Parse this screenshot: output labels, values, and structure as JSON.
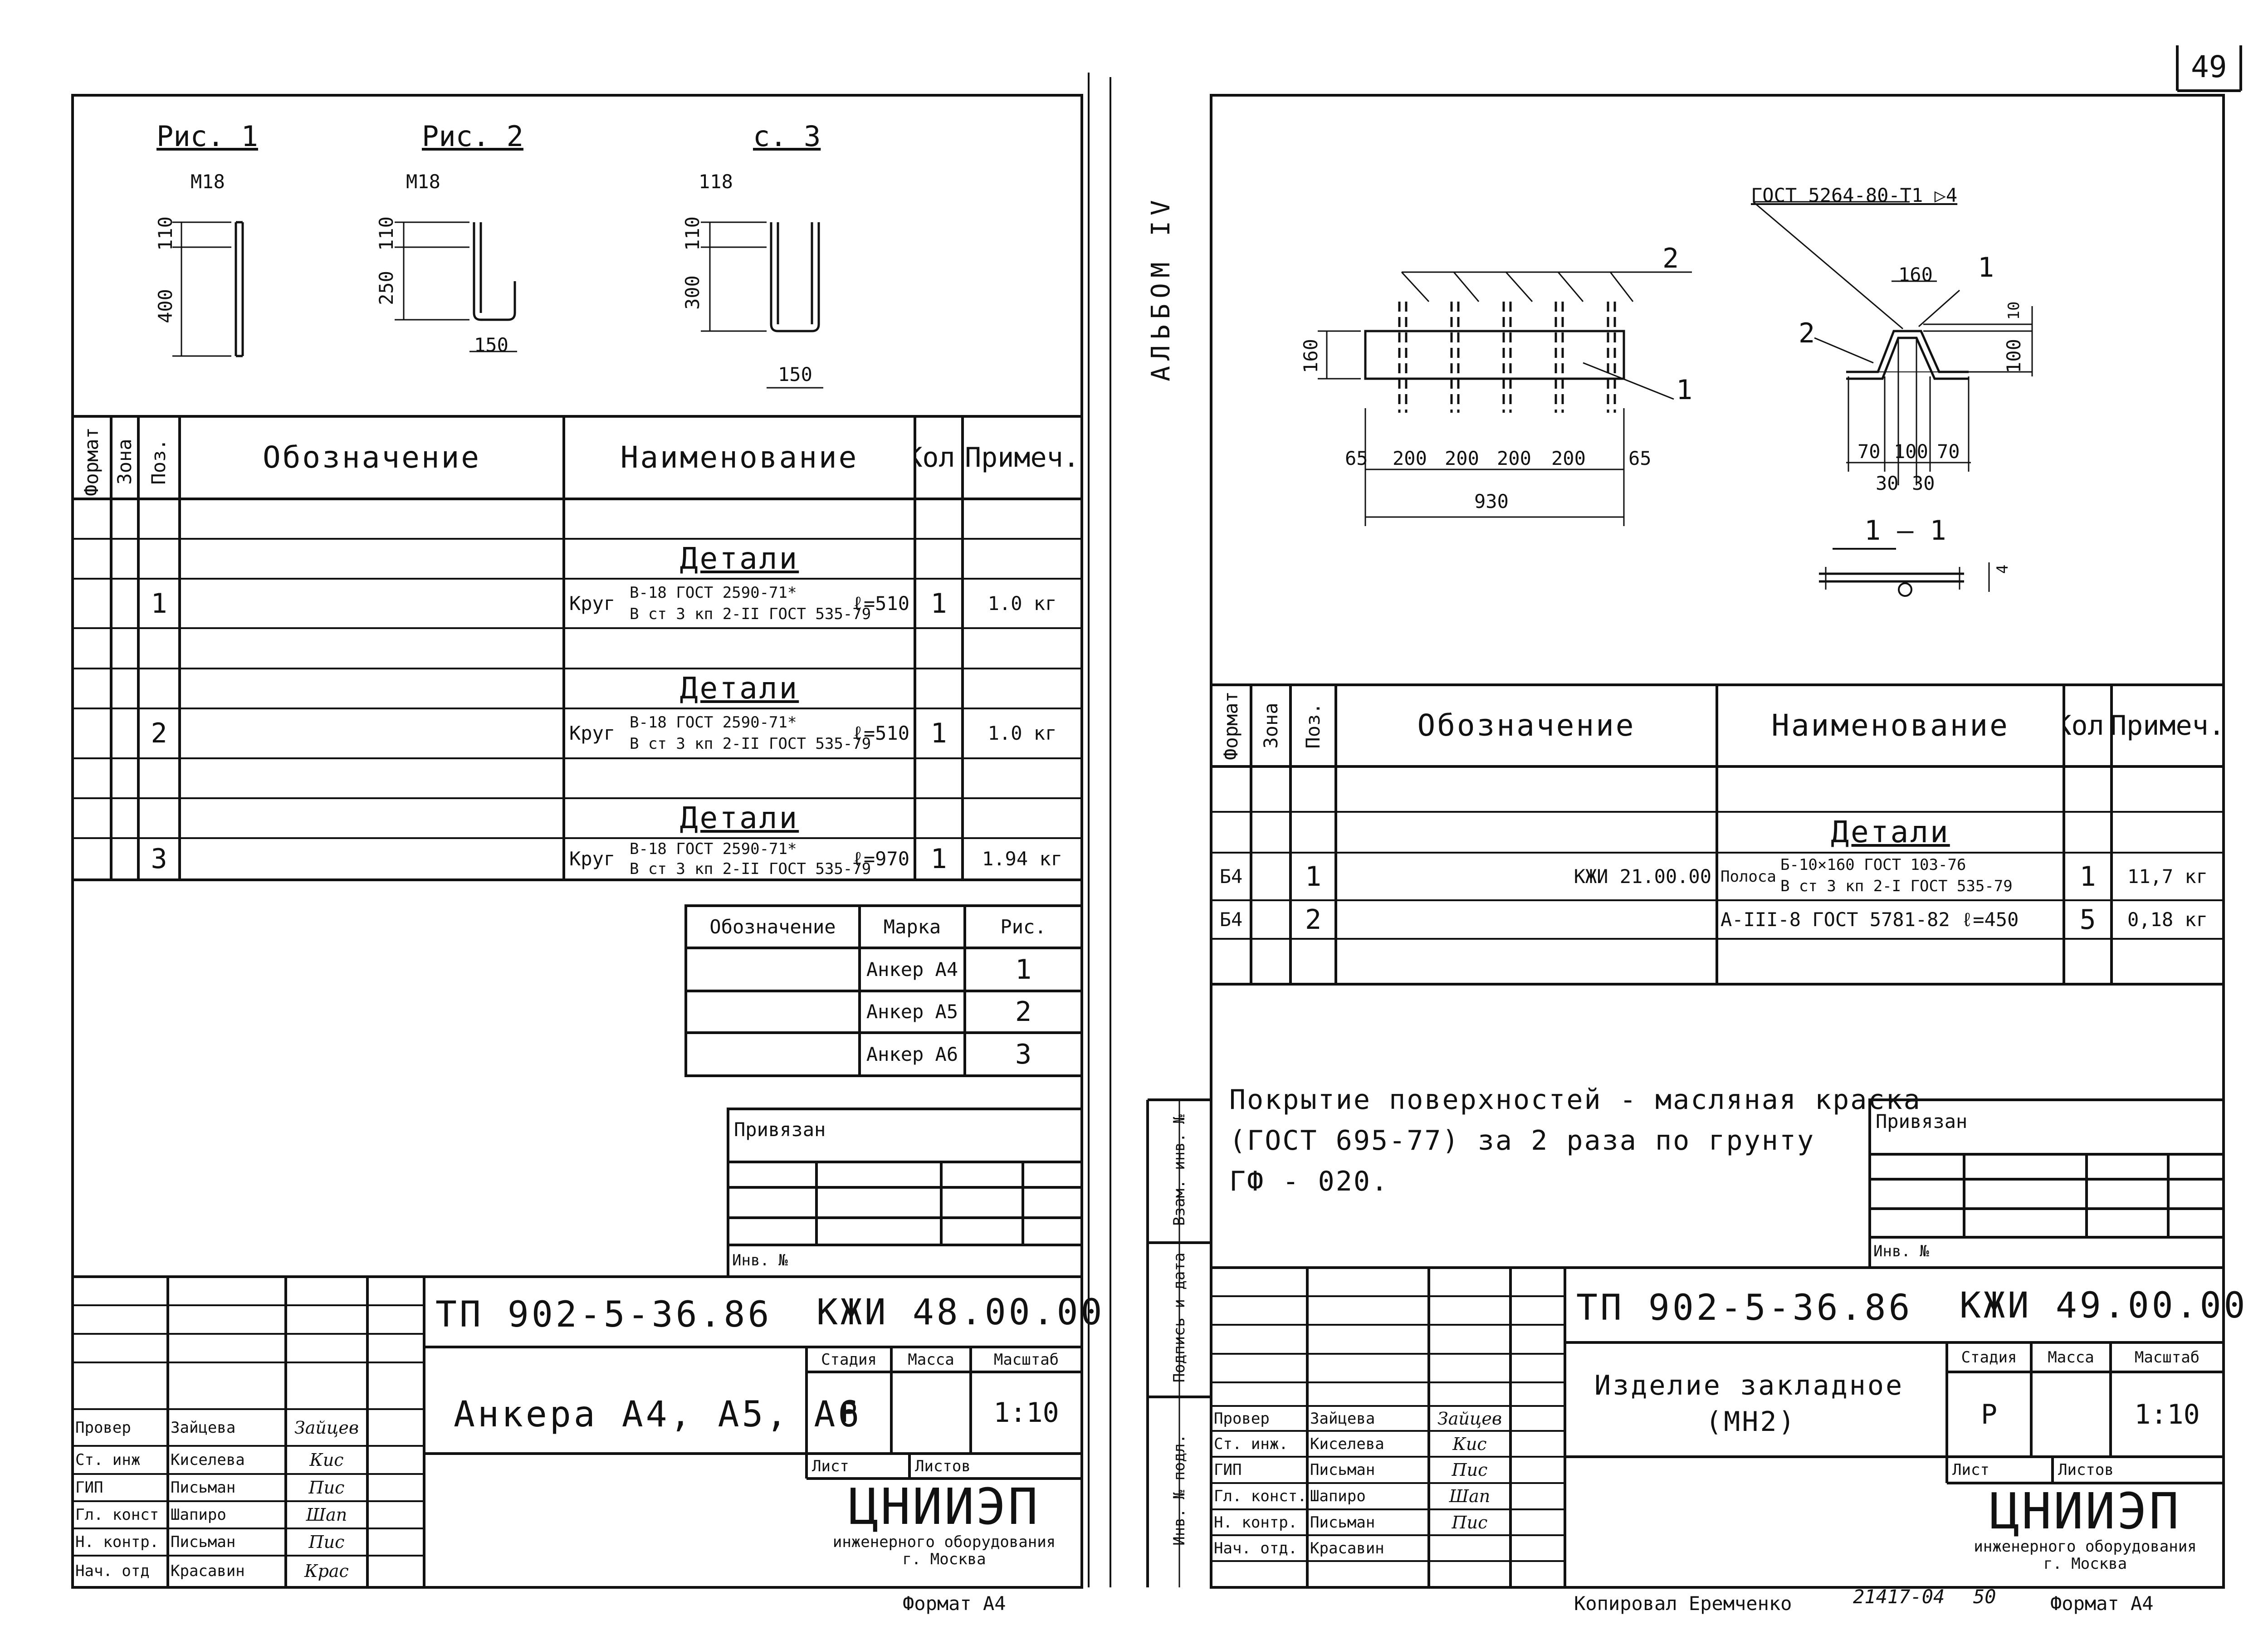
{
  "page_number": "49",
  "album": "АЛЬБОМ IV",
  "copied_by": "Копировал Еремченко",
  "order": "21417-04",
  "sheet_no": "50",
  "format_left": "Формат А4",
  "format_right": "Формат А4",
  "left": {
    "figures": [
      {
        "title": "Рис. 1",
        "thread": "М18",
        "dims": [
          "110",
          "400"
        ]
      },
      {
        "title": "Рис. 2",
        "thread": "М18",
        "dims": [
          "110",
          "250",
          "150"
        ]
      },
      {
        "title": "с. 3",
        "thread": "118",
        "dims": [
          "110",
          "300",
          "150"
        ]
      }
    ],
    "headers": {
      "format": "Формат",
      "zone": "Зона",
      "pos": "Поз.",
      "designation": "Обозначение",
      "name": "Наименование",
      "qty": "Кол.",
      "note": "Примеч."
    },
    "sections": [
      {
        "title": "Детали",
        "pos": "1",
        "name_prefix": "Круг",
        "line1": "В-18 ГОСТ 2590-71*",
        "line2": "В ст 3 кп 2-II ГОСТ 535-79",
        "length": "ℓ=510",
        "qty": "1",
        "note": "1.0 кг"
      },
      {
        "title": "Детали",
        "pos": "2",
        "name_prefix": "Круг",
        "line1": "В-18 ГОСТ 2590-71*",
        "line2": "В ст 3 кп 2-II ГОСТ 535-79",
        "length": "ℓ=510",
        "qty": "1",
        "note": "1.0 кг"
      },
      {
        "title": "Детали",
        "pos": "3",
        "name_prefix": "Круг",
        "line1": "В-18 ГОСТ 2590-71*",
        "line2": "В ст 3 кп 2-II ГОСТ 535-79",
        "length": "ℓ=970",
        "qty": "1",
        "note": "1.94 кг"
      }
    ],
    "mark_table": {
      "headers": [
        "Обозначение",
        "Марка",
        "Рис."
      ],
      "rows": [
        [
          "",
          "Анкер А4",
          "1"
        ],
        [
          "",
          "Анкер А5",
          "2"
        ],
        [
          "",
          "Анкер А6",
          "3"
        ]
      ]
    },
    "privyazan": "Привязан",
    "inv_no": "Инв. №",
    "project": "ТП 902-5-36.86",
    "code": "КЖИ 48.00.00",
    "title": "Анкера А4, А5, А6",
    "stage_h": "Стадия",
    "mass_h": "Масса",
    "scale_h": "Масштаб",
    "stage": "Р",
    "scale": "1:10",
    "sheet_h": "Лист",
    "sheets_h": "Листов",
    "org": "ЦНИИЭП",
    "org_line1": "инженерного оборудования",
    "org_line2": "г. Москва",
    "staff": [
      {
        "role": "Провер",
        "name": "Зайцева",
        "sig": "Зайцев"
      },
      {
        "role": "Ст. инж",
        "name": "Киселева",
        "sig": "Кис"
      },
      {
        "role": "ГИП",
        "name": "Письман",
        "sig": "Пис"
      },
      {
        "role": "Гл. конст",
        "name": "Шапиро",
        "sig": "Шап"
      },
      {
        "role": "Н. контр.",
        "name": "Письман",
        "sig": "Пис"
      },
      {
        "role": "Нач. отд",
        "name": "Красавин",
        "sig": "Крас"
      }
    ]
  },
  "right": {
    "drawing": {
      "standard": "ГОСТ 5264-80-Т1 ▷4",
      "callouts": [
        "1",
        "2"
      ],
      "dims_main": [
        "65",
        "200",
        "200",
        "200",
        "200",
        "65"
      ],
      "overall": "930",
      "height": "160",
      "dims_section": [
        "160",
        "10",
        "100",
        "70",
        "100",
        "70",
        "30",
        "30"
      ],
      "section_label": "1 – 1",
      "section_dim": "4"
    },
    "side_labels": [
      "Инв. № подл.",
      "Подпись и дата",
      "Взам. инв. №"
    ],
    "headers": {
      "format": "Формат",
      "zone": "Зона",
      "pos": "Поз.",
      "designation": "Обозначение",
      "name": "Наименование",
      "qty": "Кол.",
      "note": "Примеч."
    },
    "section_title": "Детали",
    "rows": [
      {
        "format": "Б4",
        "pos": "1",
        "designation": "КЖИ 21.00.00",
        "name_prefix": "Полоса",
        "line1": "Б-10×160 ГОСТ 103-76",
        "line2": "В ст 3 кп 2-I ГОСТ 535-79",
        "qty": "1",
        "note": "11,7 кг"
      },
      {
        "format": "Б4",
        "pos": "2",
        "designation": "",
        "name": "А-III-8 ГОСТ 5781-82  ℓ=450",
        "qty": "5",
        "note": "0,18 кг"
      }
    ],
    "coating": [
      "Покрытие поверхностей - масляная краска",
      "(ГОСТ 695-77) за 2 раза по грунту",
      "ГФ - 020."
    ],
    "privyazan": "Привязан",
    "inv_no": "Инв. №",
    "project": "ТП 902-5-36.86",
    "code": "КЖИ 49.00.00",
    "title_line1": "Изделие  закладное",
    "title_line2": "(МН2)",
    "stage_h": "Стадия",
    "mass_h": "Масса",
    "scale_h": "Масштаб",
    "stage": "Р",
    "scale": "1:10",
    "sheet_h": "Лист",
    "sheets_h": "Листов",
    "org": "ЦНИИЭП",
    "org_line1": "инженерного оборудования",
    "org_line2": "г. Москва",
    "staff": [
      {
        "role": "Провер",
        "name": "Зайцева",
        "sig": "Зайцев"
      },
      {
        "role": "Ст. инж.",
        "name": "Киселева",
        "sig": "Кис"
      },
      {
        "role": "ГИП",
        "name": "Письман",
        "sig": "Пис"
      },
      {
        "role": "Гл. конст.",
        "name": "Шапиро",
        "sig": "Шап"
      },
      {
        "role": "Н. контр.",
        "name": "Письман",
        "sig": "Пис"
      },
      {
        "role": "Нач. отд.",
        "name": "Красавин",
        "sig": ""
      }
    ]
  }
}
